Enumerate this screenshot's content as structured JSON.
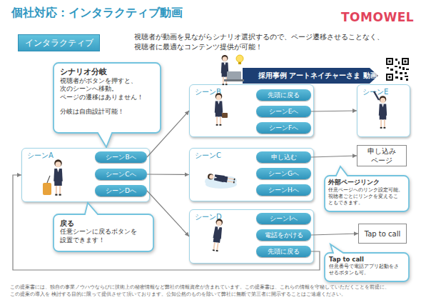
{
  "diagram": {
    "title": "個社対応：インタラクティブ動画",
    "nodes": [
      {
        "text": [
          "インタラクティブ"
        ]
      },
      {
        "text": [
          "採用事例 アートネイチャーさま 動画"
        ]
      },
      {
        "text": [
          "シナリオ分岐",
          "視聴者がボタンを押すと、 次のシーンへ移動。 ページの遷移はありません！",
          "分岐は自由設計可能！"
        ]
      },
      {
        "text": [
          "シーンB"
        ]
      },
      {
        "text": [
          "先頭に戻る"
        ],
        "in": 3
      },
      {
        "text": [
          "シーンEへ"
        ],
        "in": 3
      },
      {
        "text": [
          "シーンFへ"
        ],
        "in": 3
      },
      {
        "text": [
          "シーンE"
        ]
      },
      {
        "text": [
          "シーンA"
        ]
      },
      {
        "text": [
          "シーンBへ"
        ],
        "in": 8
      },
      {
        "text": [
          "シーンCへ"
        ],
        "in": 8
      },
      {
        "text": [
          "シーンDへ"
        ],
        "in": 8
      },
      {
        "text": [
          "シーンC"
        ]
      },
      {
        "text": [
          "申し込む"
        ],
        "in": 12
      },
      {
        "text": [
          "シーンGへ"
        ],
        "in": 12
      },
      {
        "text": [
          "シーンHへ"
        ],
        "in": 12
      },
      {
        "text": [
          "申し込み ページ"
        ]
      },
      {
        "text": [
          "外部ページリンク",
          "任意ページへのリンク設定可能。 視聴者ごとにリンクを変えるこ ともできます。"
        ]
      },
      {
        "text": [
          "戻る",
          "任意シーンに戻るボタンを 設置できます！"
        ]
      },
      {
        "text": [
          "シーンD"
        ]
      },
      {
        "text": [
          "シーンIへ"
        ],
        "in": 19
      },
      {
        "text": [
          "電話をかける"
        ],
        "in": 19
      },
      {
        "text": [
          "先頭に戻る"
        ],
        "in": 19
      },
      {
        "text": [
          "Tap to call"
        ]
      },
      {
        "text": [
          "Tap to call",
          "任意番号で電話アプリ起動をさ せるボタンも可。"
        ]
      }
    ],
    "edges": [
      {
        "from": 9,
        "to": 3,
        "arrow": "to"
      },
      {
        "from": 10,
        "to": 12,
        "arrow": "to"
      },
      {
        "from": 11,
        "to": 19,
        "arrow": "to"
      },
      {
        "from": 5,
        "to": 7,
        "arrow": "to"
      },
      {
        "from": 13,
        "to": 16,
        "arrow": "to"
      },
      {
        "from": 21,
        "to": 23,
        "arrow": "to"
      },
      {
        "from": 22,
        "to": 8,
        "arrow": "to"
      }
    ],
    "labels": [
      "TOMOWEL",
      "視聴者が動画を見ながらシナリオ選択するので、ページ遷移させることなく、 視聴者に最適なコンテンツ提供が可能！",
      "この提案書には、独自の事業ノウハウならびに技術上の秘密情報など弊社の情報資産が含まれています。この提案書は、これらの情報を守秘していただくことを前提に、この提案の導入を 検討する目的に限って提供させて頂いております。公知公然のものを除いて弊社に無断で第三者に開示することはご遠慮ください。"
    ]
  }
}
